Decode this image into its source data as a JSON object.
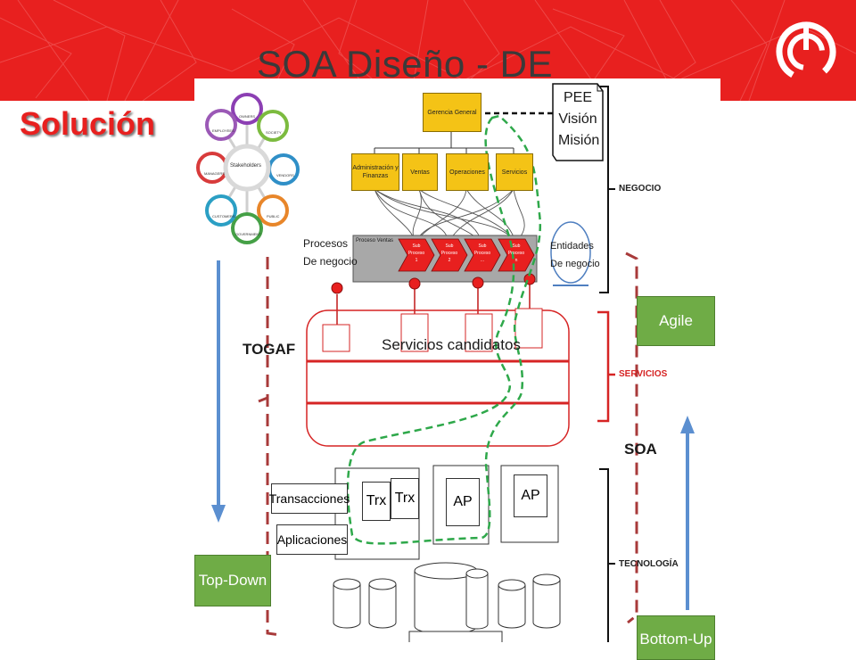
{
  "slide": {
    "title": "SOA Diseño - DE",
    "subtitle": "Solución"
  },
  "colors": {
    "brand_red": "#e8201f",
    "green": "#6fac46",
    "yellow": "#f4c316",
    "arrow_blue": "#5b8fd0",
    "dashed_green": "#2ea84a",
    "dashed_red": "#b23a3a"
  },
  "stakeholders": {
    "center": "Stakeholders",
    "petals": [
      "OWNERS",
      "SOCIETY",
      "VENDORS",
      "PUBLIC",
      "GOVERNMENT",
      "CUSTOMERS",
      "MANAGERS",
      "EMPLOYEES"
    ]
  },
  "business": {
    "top_box": "Gerencia General",
    "areas": [
      "Administración y Finanzas",
      "Ventas",
      "Operaciones",
      "Servicios"
    ],
    "pee_note": [
      "PEE",
      "Visión",
      "Misión"
    ],
    "procesos_label": [
      "Procesos",
      "De negocio"
    ],
    "process_title": "Proceso Ventas",
    "subprocesses": [
      [
        "Sub",
        "Proceso",
        "1"
      ],
      [
        "Sub",
        "Proceso",
        "2"
      ],
      [
        "Sub",
        "Proceso",
        "..."
      ],
      [
        "Sub",
        "Proceso",
        "n"
      ]
    ],
    "entidades_label": [
      "Entidades",
      "De negocio"
    ],
    "layer_label": "NEGOCIO"
  },
  "services": {
    "candidatos": "Servicios candidatos",
    "layer_label": "SERVICIOS"
  },
  "technology": {
    "transacciones": "Transacciones",
    "aplicaciones": "Aplicaciones",
    "trx": [
      "Trx",
      "Trx"
    ],
    "ap": [
      "AP",
      "AP"
    ],
    "layer_label": "TECNOLOGÍA"
  },
  "approach": {
    "togaf": "TOGAF",
    "soa": "SOA",
    "agile": "Agile",
    "top_down": "Top-Down",
    "bottom_up": "Bottom-Up"
  }
}
